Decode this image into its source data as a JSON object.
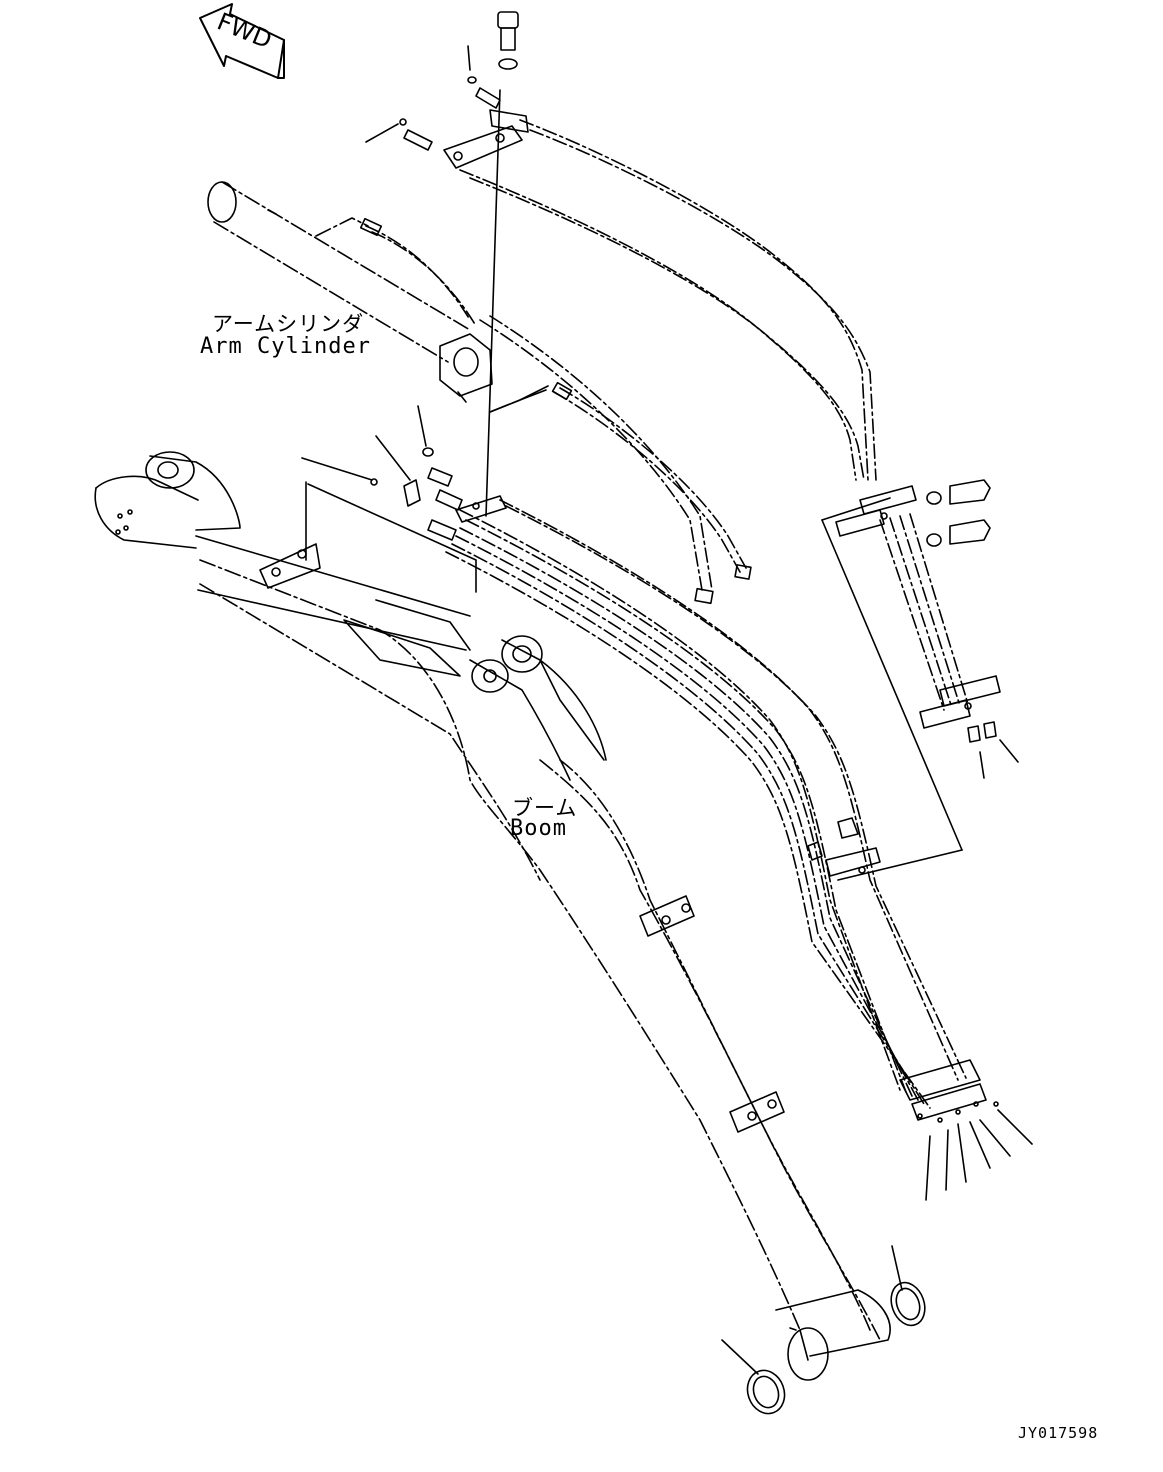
{
  "arrow": {
    "text": "FWD"
  },
  "labels": {
    "arm_cylinder_jp": "アームシリンダ",
    "arm_cylinder_en": "Arm Cylinder",
    "boom_jp": "ブーム",
    "boom_en": "Boom"
  },
  "drawing_code": "JY017598",
  "colors": {
    "line": "#000000",
    "background": "#ffffff"
  }
}
